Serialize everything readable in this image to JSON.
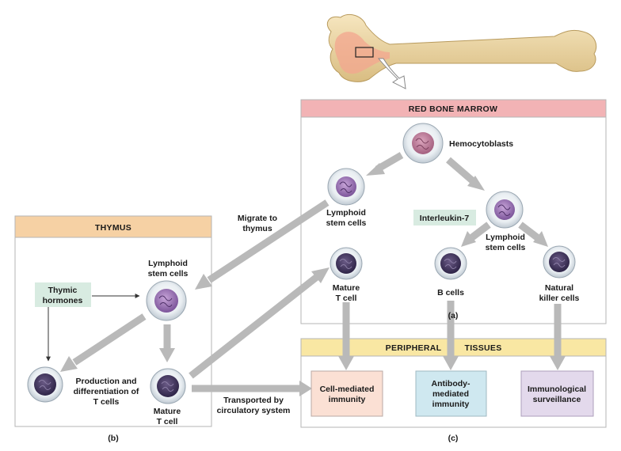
{
  "sections": {
    "red_bone_marrow": "RED BONE MARROW",
    "thymus": "THYMUS",
    "peripheral": "PERIPHERAL",
    "tissues": "TISSUES"
  },
  "cells": {
    "hemocytoblasts": "Hemocytoblasts",
    "lymphoid_stem_left": [
      "Lymphoid",
      "stem cells"
    ],
    "lymphoid_stem_right": [
      "Lymphoid",
      "stem cells"
    ],
    "mature_t_marrow": [
      "Mature",
      "T cell"
    ],
    "b_cells": "B cells",
    "nk_cells": [
      "Natural",
      "killer cells"
    ],
    "thymus_lymphoid": [
      "Lymphoid",
      "stem cells"
    ],
    "thymus_mature": [
      "Mature",
      "T cell"
    ]
  },
  "labels": {
    "interleukin": "Interleukin-7",
    "thymic_hormones": [
      "Thymic",
      "hormones"
    ],
    "migrate": [
      "Migrate to",
      "thymus"
    ],
    "production": [
      "Production and",
      "differentiation of",
      "T cells"
    ],
    "transported": [
      "Transported by",
      "circulatory system"
    ]
  },
  "outcomes": {
    "cell_mediated": [
      "Cell-mediated",
      "immunity"
    ],
    "antibody": [
      "Antibody-",
      "mediated",
      "immunity"
    ],
    "surveillance": [
      "Immunological",
      "surveillance"
    ]
  },
  "panel_labels": {
    "a": "(a)",
    "b": "(b)",
    "c": "(c)"
  },
  "colors": {
    "marrow_header": "#f2b3b5",
    "thymus_header": "#f6d1a4",
    "peripheral_header": "#f9e7a3",
    "cell_mediated_box": "#fbe0d4",
    "antibody_box": "#cfe8f0",
    "surveillance_box": "#e3d9ec",
    "tag_box": "#d8ebe1",
    "arrow": "#b9b9b9",
    "bone": "#ecd6a5"
  }
}
